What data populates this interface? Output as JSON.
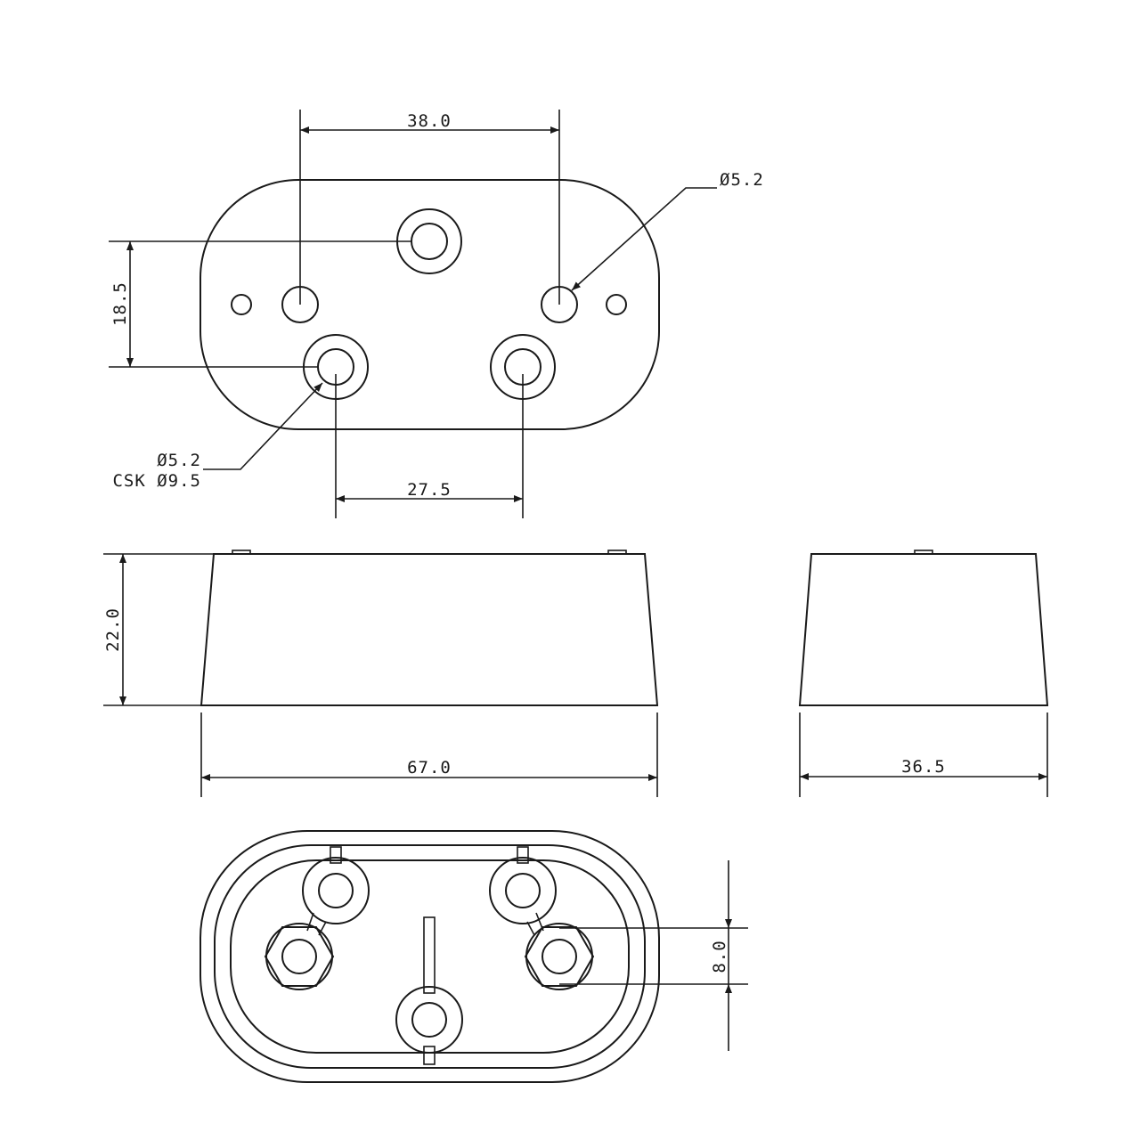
{
  "dimensions": {
    "hole_spacing_top": "38.0",
    "hole_diameter_top": "5.2",
    "vertical_offset": "18.5",
    "csk_hole_diameter": "5.2",
    "csk_prefix": "CSK",
    "csk_diameter": "9.5",
    "terminal_spacing": "27.5",
    "height": "22.0",
    "length": "67.0",
    "width": "36.5",
    "bottom_spacing": "8.0"
  },
  "symbols": {
    "diameter": "Ø"
  },
  "colors": {
    "line": "#1a1a1a",
    "background": "#ffffff"
  }
}
